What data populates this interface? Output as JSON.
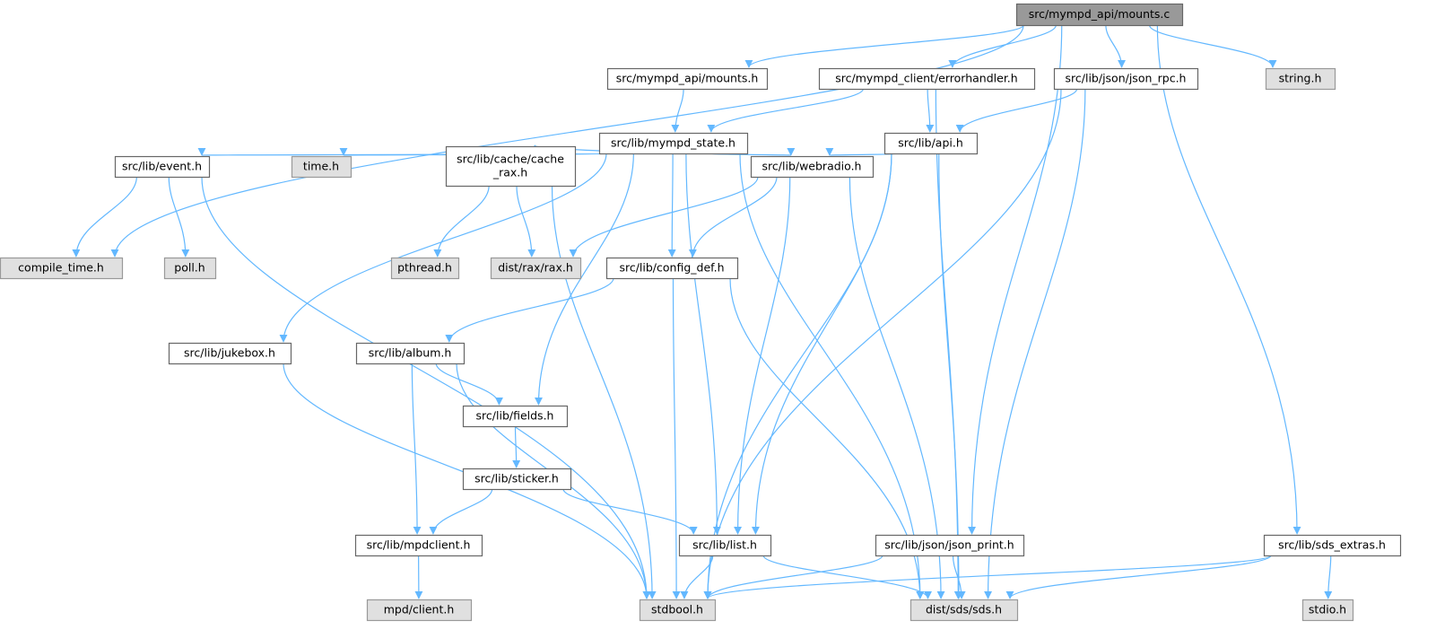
{
  "graph": {
    "title": "Include dependency graph for src/mympd_api/mounts.c",
    "colors": {
      "edge": "#63b8ff",
      "root_fill": "#999999",
      "root_border": "#666666",
      "node_fill": "#ffffff",
      "node_border": "#666666",
      "system_fill": "#e0e0e0",
      "system_border": "#999999"
    },
    "nodes": [
      {
        "id": "mounts_c",
        "label": [
          "src/mympd_api/mounts.c"
        ],
        "kind": "root"
      },
      {
        "id": "compile_time",
        "label": [
          "compile_time.h"
        ],
        "kind": "system"
      },
      {
        "id": "mounts_h",
        "label": [
          "src/mympd_api/mounts.h"
        ],
        "kind": "file"
      },
      {
        "id": "errorhandler",
        "label": [
          "src/mympd_client/errorhandler.h"
        ],
        "kind": "file"
      },
      {
        "id": "json_rpc",
        "label": [
          "src/lib/json/json_rpc.h"
        ],
        "kind": "file"
      },
      {
        "id": "string",
        "label": [
          "string.h"
        ],
        "kind": "system"
      },
      {
        "id": "mympd_state",
        "label": [
          "src/lib/mympd_state.h"
        ],
        "kind": "file"
      },
      {
        "id": "api",
        "label": [
          "src/lib/api.h"
        ],
        "kind": "file"
      },
      {
        "id": "event",
        "label": [
          "src/lib/event.h"
        ],
        "kind": "file"
      },
      {
        "id": "time",
        "label": [
          "time.h"
        ],
        "kind": "system"
      },
      {
        "id": "cache_rax",
        "label": [
          "src/lib/cache/cache",
          "_rax.h"
        ],
        "kind": "file"
      },
      {
        "id": "webradio",
        "label": [
          "src/lib/webradio.h"
        ],
        "kind": "file"
      },
      {
        "id": "poll",
        "label": [
          "poll.h"
        ],
        "kind": "system"
      },
      {
        "id": "pthread",
        "label": [
          "pthread.h"
        ],
        "kind": "system"
      },
      {
        "id": "rax",
        "label": [
          "dist/rax/rax.h"
        ],
        "kind": "system"
      },
      {
        "id": "config_def",
        "label": [
          "src/lib/config_def.h"
        ],
        "kind": "file"
      },
      {
        "id": "jukebox",
        "label": [
          "src/lib/jukebox.h"
        ],
        "kind": "file"
      },
      {
        "id": "album",
        "label": [
          "src/lib/album.h"
        ],
        "kind": "file"
      },
      {
        "id": "fields",
        "label": [
          "src/lib/fields.h"
        ],
        "kind": "file"
      },
      {
        "id": "sticker",
        "label": [
          "src/lib/sticker.h"
        ],
        "kind": "file"
      },
      {
        "id": "mpdclient",
        "label": [
          "src/lib/mpdclient.h"
        ],
        "kind": "file"
      },
      {
        "id": "list",
        "label": [
          "src/lib/list.h"
        ],
        "kind": "file"
      },
      {
        "id": "json_print",
        "label": [
          "src/lib/json/json_print.h"
        ],
        "kind": "file"
      },
      {
        "id": "sds_extras",
        "label": [
          "src/lib/sds_extras.h"
        ],
        "kind": "file"
      },
      {
        "id": "mpd_client",
        "label": [
          "mpd/client.h"
        ],
        "kind": "system"
      },
      {
        "id": "stdbool",
        "label": [
          "stdbool.h"
        ],
        "kind": "system"
      },
      {
        "id": "sds",
        "label": [
          "dist/sds/sds.h"
        ],
        "kind": "system"
      },
      {
        "id": "stdio",
        "label": [
          "stdio.h"
        ],
        "kind": "system"
      }
    ],
    "edges": [
      [
        "mounts_c",
        "compile_time"
      ],
      [
        "mounts_c",
        "mounts_h"
      ],
      [
        "mounts_c",
        "errorhandler"
      ],
      [
        "mounts_c",
        "json_rpc"
      ],
      [
        "mounts_c",
        "string"
      ],
      [
        "mounts_c",
        "json_print"
      ],
      [
        "mounts_c",
        "sds_extras"
      ],
      [
        "mounts_h",
        "mympd_state"
      ],
      [
        "errorhandler",
        "mympd_state"
      ],
      [
        "errorhandler",
        "api"
      ],
      [
        "errorhandler",
        "sds"
      ],
      [
        "json_rpc",
        "api"
      ],
      [
        "json_rpc",
        "stdbool"
      ],
      [
        "json_rpc",
        "sds"
      ],
      [
        "mympd_state",
        "event"
      ],
      [
        "mympd_state",
        "jukebox"
      ],
      [
        "mympd_state",
        "time"
      ],
      [
        "mympd_state",
        "fields"
      ],
      [
        "mympd_state",
        "cache_rax"
      ],
      [
        "mympd_state",
        "config_def"
      ],
      [
        "mympd_state",
        "list"
      ],
      [
        "mympd_state",
        "webradio"
      ],
      [
        "mympd_state",
        "sds"
      ],
      [
        "api",
        "webradio"
      ],
      [
        "api",
        "list"
      ],
      [
        "api",
        "stdbool"
      ],
      [
        "api",
        "sds"
      ],
      [
        "event",
        "compile_time"
      ],
      [
        "event",
        "poll"
      ],
      [
        "event",
        "stdbool"
      ],
      [
        "cache_rax",
        "pthread"
      ],
      [
        "cache_rax",
        "rax"
      ],
      [
        "cache_rax",
        "stdbool"
      ],
      [
        "webradio",
        "rax"
      ],
      [
        "webradio",
        "config_def"
      ],
      [
        "webradio",
        "list"
      ],
      [
        "webradio",
        "sds"
      ],
      [
        "config_def",
        "album"
      ],
      [
        "config_def",
        "stdbool"
      ],
      [
        "config_def",
        "sds"
      ],
      [
        "jukebox",
        "stdbool"
      ],
      [
        "album",
        "fields"
      ],
      [
        "album",
        "mpdclient"
      ],
      [
        "album",
        "stdbool"
      ],
      [
        "fields",
        "sticker"
      ],
      [
        "sticker",
        "mpdclient"
      ],
      [
        "sticker",
        "list"
      ],
      [
        "mpdclient",
        "mpd_client"
      ],
      [
        "list",
        "stdbool"
      ],
      [
        "list",
        "sds"
      ],
      [
        "json_print",
        "stdbool"
      ],
      [
        "json_print",
        "sds"
      ],
      [
        "sds_extras",
        "stdbool"
      ],
      [
        "sds_extras",
        "sds"
      ],
      [
        "sds_extras",
        "stdio"
      ]
    ]
  }
}
